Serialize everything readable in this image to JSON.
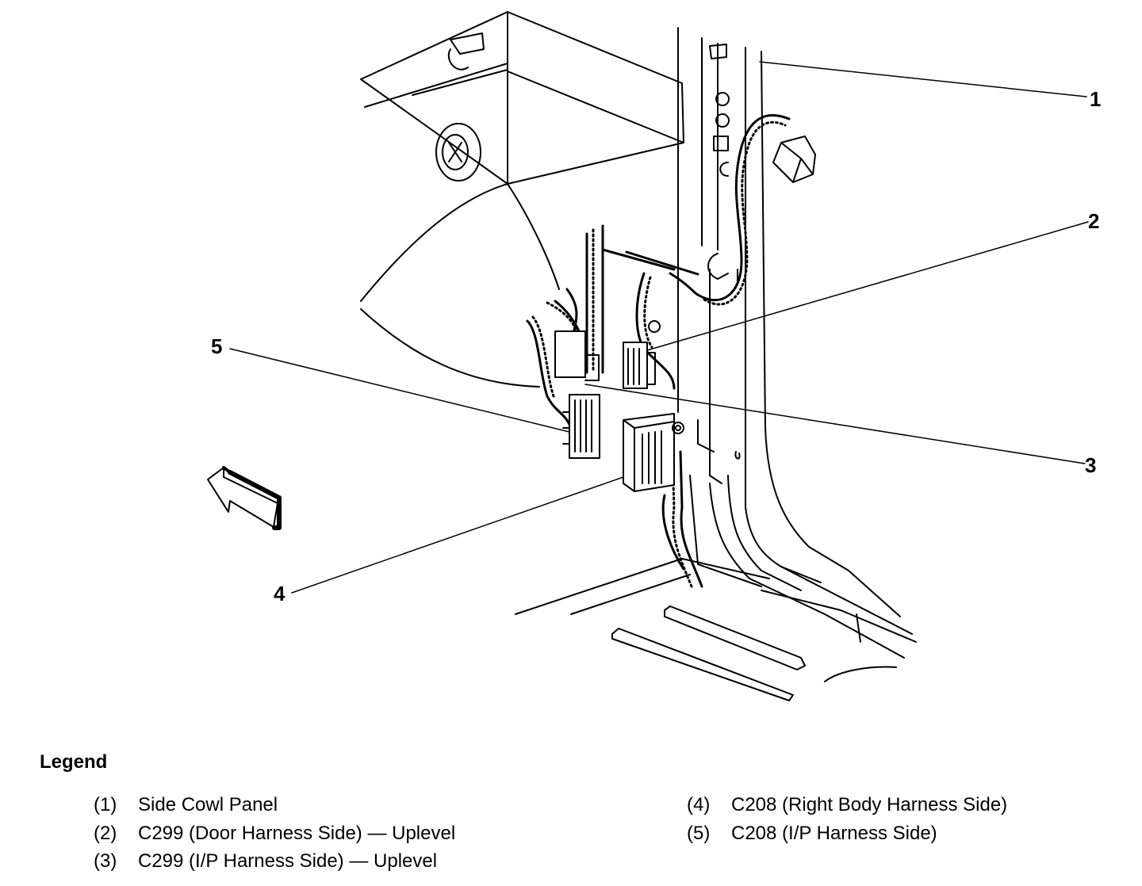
{
  "diagram": {
    "callouts": [
      "1",
      "2",
      "3",
      "4",
      "5"
    ]
  },
  "legend": {
    "title": "Legend",
    "items": [
      {
        "num": "(1)",
        "text": "Side Cowl Panel"
      },
      {
        "num": "(2)",
        "text": "C299 (Door Harness Side) — Uplevel"
      },
      {
        "num": "(3)",
        "text": "C299 (I/P Harness Side) — Uplevel"
      },
      {
        "num": "(4)",
        "text": "C208 (Right Body Harness Side)"
      },
      {
        "num": "(5)",
        "text": "C208 (I/P Harness Side)"
      }
    ]
  }
}
